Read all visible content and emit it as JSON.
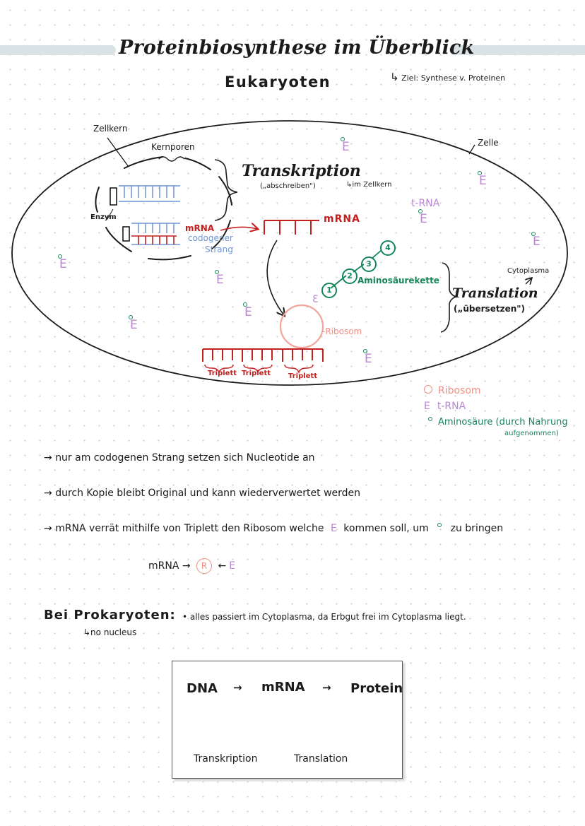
{
  "header": {
    "title": "Proteinbiosynthese im Überblick",
    "subtitle": "Eukaryoten",
    "goal_arrow": "↳",
    "goal": "Ziel: Synthese v. Proteinen"
  },
  "diagram": {
    "zellkern": "Zellkern",
    "kernporen": "Kernporen",
    "zelle": "Zelle",
    "transkription": "Transkription",
    "transkription_sub": "(„abschreiben\")",
    "im_zellkern": "↳im Zellkern",
    "enzym": "Enzym",
    "mrna_nucleus": "mRNA",
    "codogener": "codogener",
    "strang": "Strang",
    "mrna_cytoplasm": "mRNA",
    "trna": "t-RNA",
    "aminosaeurekette": "Aminosäurekette",
    "chain_numbers": [
      "1",
      "2",
      "3",
      "4"
    ],
    "cytoplasma": "Cytoplasma",
    "translation": "Translation",
    "translation_sub": "(„übersetzen\")",
    "ribosom": "-Ribosom",
    "triplett_1": "Triplett",
    "triplett_2": "Triplett",
    "triplett_3": "Triplett"
  },
  "legend": {
    "ribosom": "Ribosom",
    "trna": "t-RNA",
    "aminosaeure": "Aminosäure (durch Nahrung",
    "aminosaeure_2": "aufgenommen)"
  },
  "notes": {
    "arrow": "→",
    "n1": "nur am codogenen Strang setzen sich Nucleotide an",
    "n2": "durch Kopie bleibt Original und kann wiederverwertet werden",
    "n3a": "mRNA verrät mithilfe von Triplett den Ribosom welche",
    "n3b": "kommen soll, um",
    "n3c": "zu bringen",
    "formula_left": "mRNA →",
    "formula_r": "R",
    "formula_arrow": "←"
  },
  "prokaryoten": {
    "heading": "Bei Prokaryoten:",
    "text": "• alles passiert im Cytoplasma, da Erbgut frei im Cytoplasma liegt.",
    "sub": "↳no nucleus"
  },
  "box": {
    "dna": "DNA",
    "arrow1": "→",
    "mrna": "mRNA",
    "arrow2": "→",
    "protein": "Protein",
    "transkription": "Transkription",
    "translation": "Translation"
  },
  "colors": {
    "red": "#c41f1f",
    "blue": "#6f95d2",
    "purple": "#b887d1",
    "green": "#14855a",
    "salmon": "#ef8f82",
    "title_bar": "#d9e3e6"
  }
}
